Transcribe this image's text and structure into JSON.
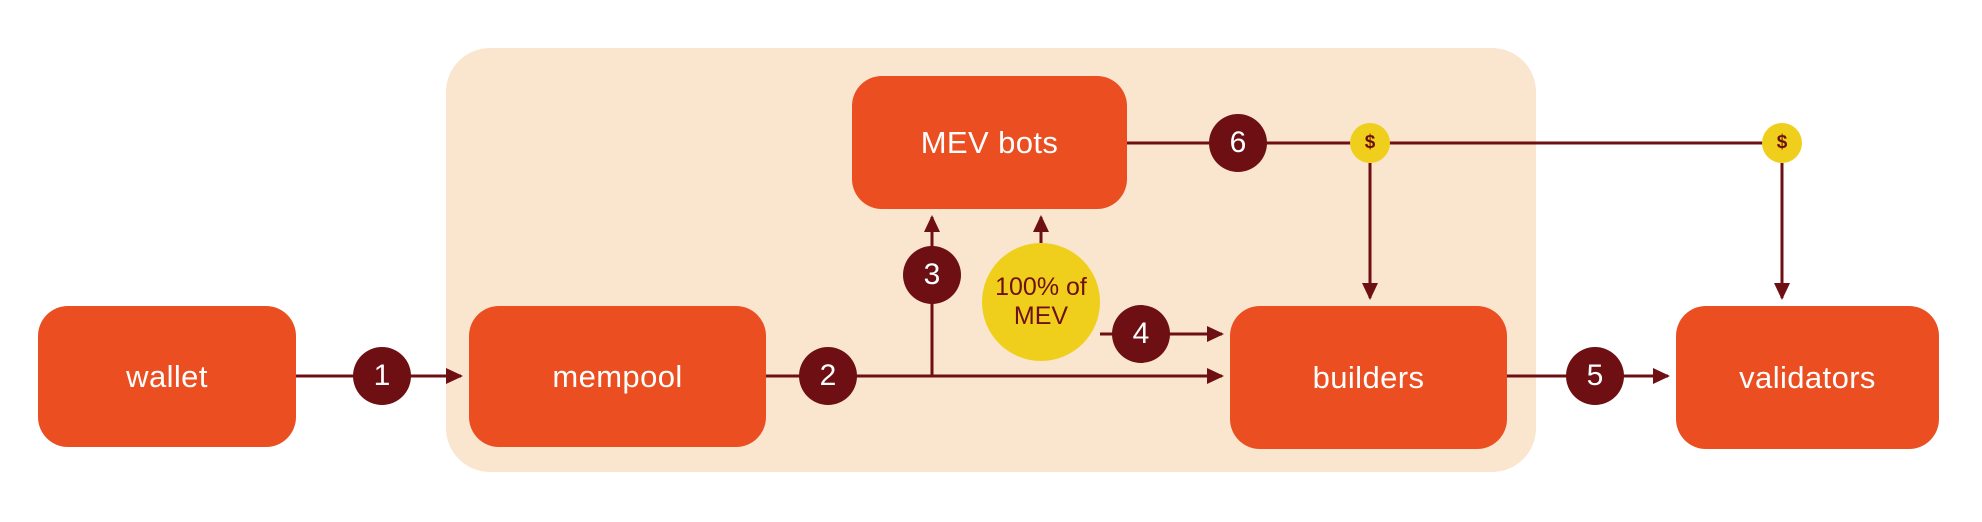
{
  "diagram": {
    "nodes": {
      "wallet": {
        "label": "wallet"
      },
      "mempool": {
        "label": "mempool"
      },
      "mev_bots": {
        "label": "MEV bots"
      },
      "builders": {
        "label": "builders"
      },
      "validators": {
        "label": "validators"
      }
    },
    "steps": [
      "1",
      "2",
      "3",
      "4",
      "5",
      "6"
    ],
    "coins": [
      {
        "symbol": "$"
      },
      {
        "symbol": "$"
      }
    ],
    "mev_pool": {
      "label": "100% of MEV"
    },
    "colors": {
      "node_fill": "#EB4E20",
      "badge_fill": "#6E1013",
      "arrow": "#6E1013",
      "panel_fill": "#FAE5CF",
      "coin_fill": "#F0CF1C",
      "background": "#FFFFFF"
    }
  }
}
